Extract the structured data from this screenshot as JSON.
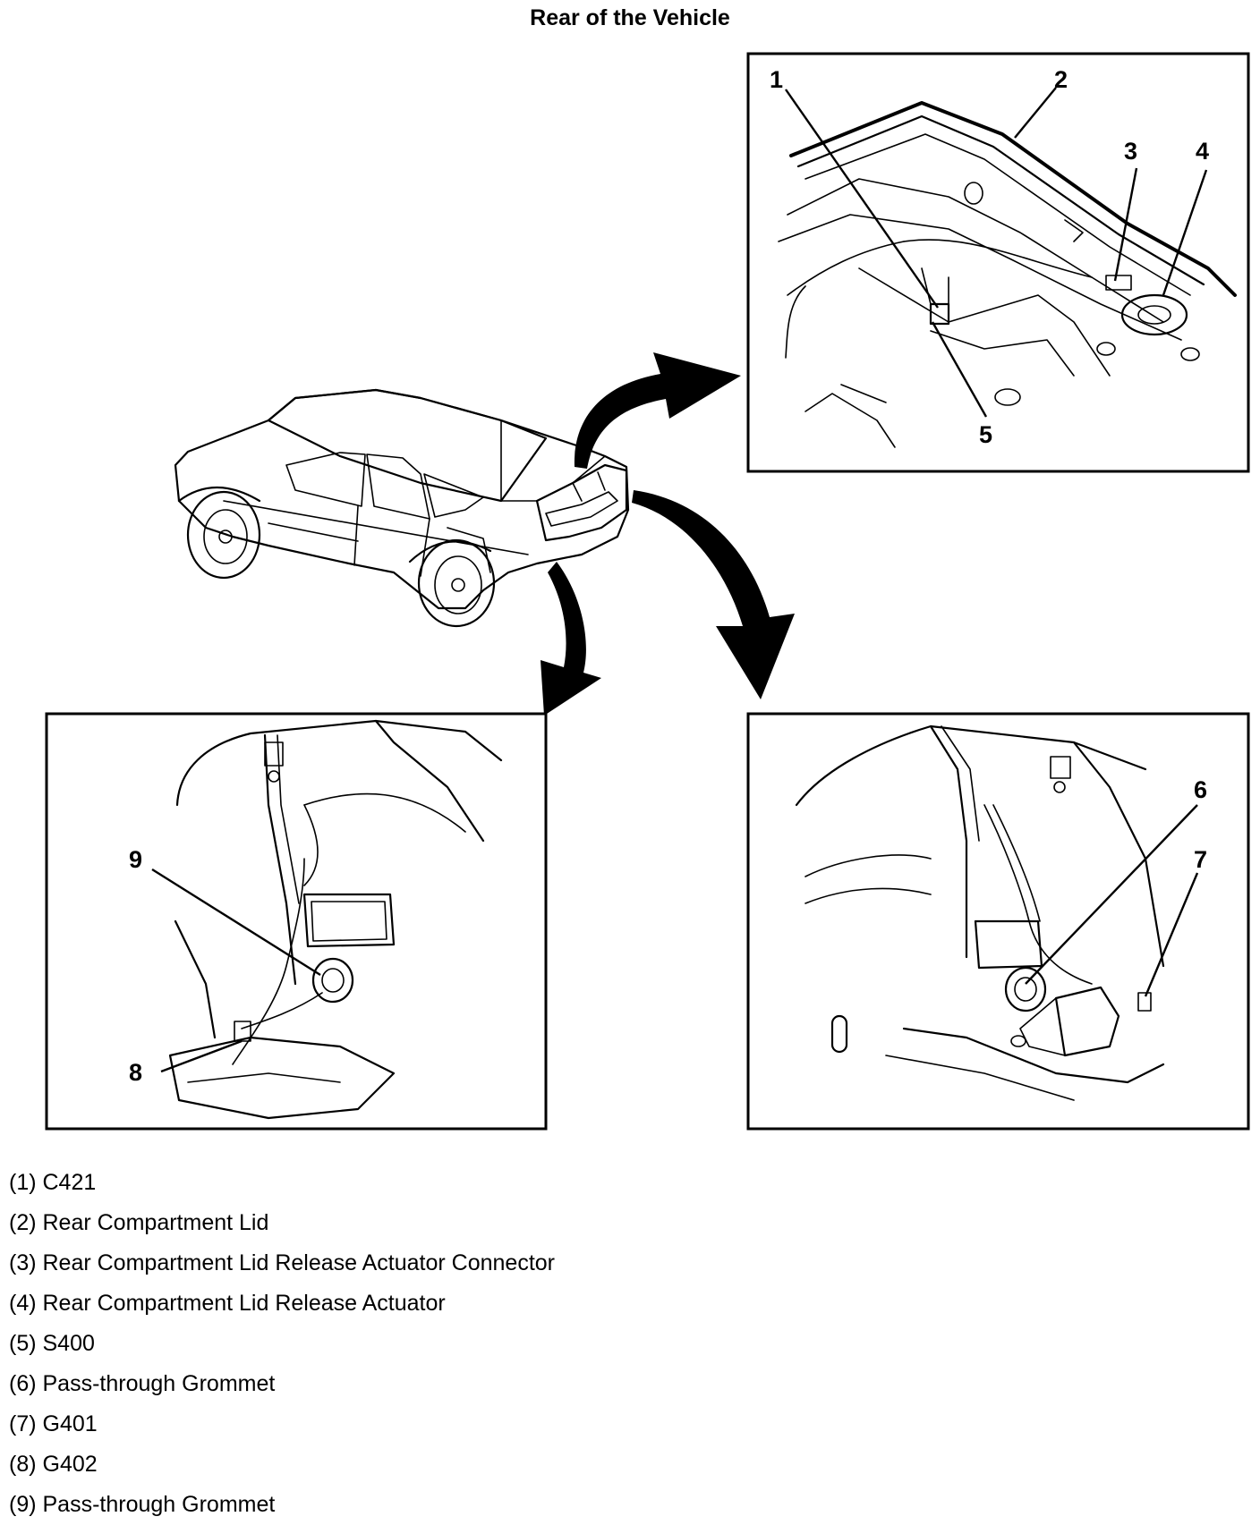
{
  "title": "Rear of the Vehicle",
  "callouts": {
    "c1": "1",
    "c2": "2",
    "c3": "3",
    "c4": "4",
    "c5": "5",
    "c6": "6",
    "c7": "7",
    "c8": "8",
    "c9": "9"
  },
  "legend": [
    "(1) C421",
    "(2) Rear Compartment Lid",
    "(3) Rear Compartment Lid Release Actuator Connector",
    "(4) Rear Compartment Lid Release Actuator",
    "(5) S400",
    "(6) Pass-through Grommet",
    "(7) G401",
    "(8) G402",
    "(9) Pass-through Grommet"
  ]
}
